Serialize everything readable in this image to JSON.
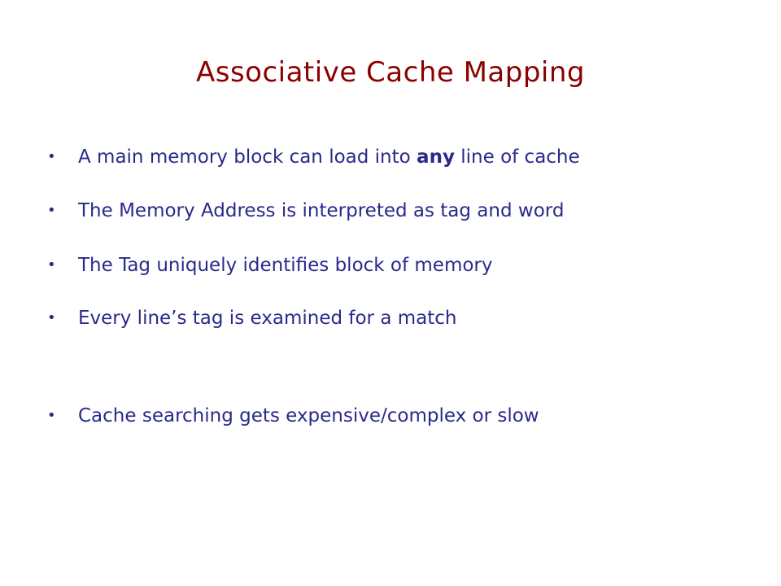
{
  "slide": {
    "title": "Associative Cache Mapping",
    "bullets": [
      {
        "before": "A main memory block can load into ",
        "emphasis": "any",
        "after": " line of cache"
      },
      {
        "text": "The Memory Address is interpreted as tag and word"
      },
      {
        "text": "The Tag uniquely identifies block of memory"
      },
      {
        "text": "Every line’s tag is examined for a match"
      },
      {
        "text": "Cache searching gets expensive/complex or slow"
      }
    ],
    "bullet_symbol": "•"
  },
  "colors": {
    "title": "#8b0000",
    "body_text": "#2a2a8c",
    "background": "#ffffff"
  }
}
